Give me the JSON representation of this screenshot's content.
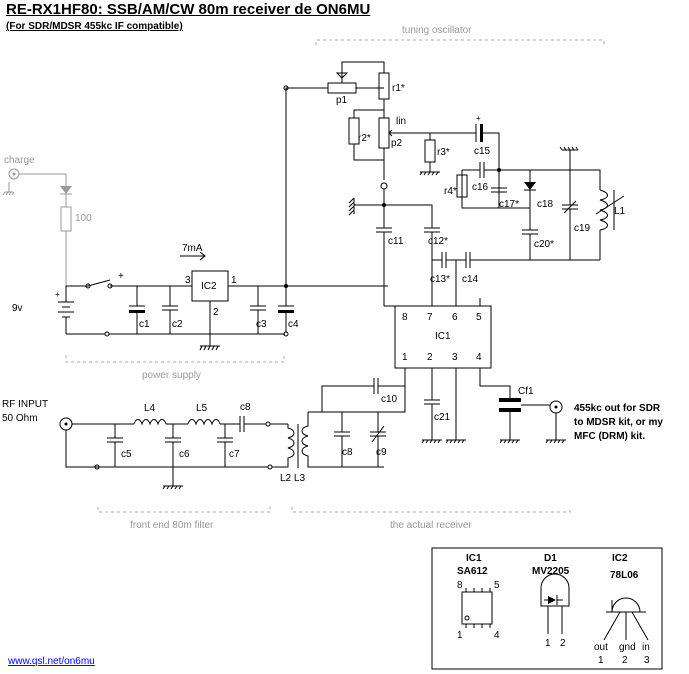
{
  "title": "RE-RX1HF80: SSB/AM/CW 80m receiver de ON6MU",
  "subtitle": "(For SDR/MDSR 455kc IF compatible)",
  "sections": {
    "tuning": "tuning   oscillator",
    "power": "power supply",
    "frontend": "front end 80m filter",
    "receiver": "the actual receiver"
  },
  "labels": {
    "charge": "charge",
    "r100": "100",
    "battery": "9v",
    "plus1": "+",
    "current": "7mA",
    "rf_input": "RF INPUT",
    "ohm": "50 Ohm",
    "lin": "lin",
    "l2l3": "L2 L3",
    "out_note": [
      "455kc out for SDR",
      "to MDSR kit, or my",
      "MFC (DRM) kit."
    ]
  },
  "components": {
    "p1": "p1",
    "r1": "r1*",
    "r2": "r2*",
    "p2": "p2",
    "r3": "r3*",
    "r4": "r4*",
    "c1": "c1",
    "c2": "c2",
    "c3": "c3",
    "c4": "c4",
    "c5": "c5",
    "c6": "c6",
    "c7": "c7",
    "c8a": "c8",
    "c8b": "c8",
    "c9": "c9",
    "c10": "c10",
    "c11": "c11",
    "c12": "c12*",
    "c13": "c13*",
    "c14": "c14",
    "c15": "c15",
    "c16": "c16",
    "c17": "c17*",
    "c18": "c18",
    "c19": "c19",
    "c20": "c20*",
    "c21": "c21",
    "cf1": "Cf1",
    "l1": "L1",
    "l4": "L4",
    "l5": "L5",
    "ic1": "IC1",
    "ic2": "IC2"
  },
  "ic1_pins": {
    "top": [
      "8",
      "7",
      "6",
      "5"
    ],
    "bottom": [
      "1",
      "2",
      "3",
      "4"
    ]
  },
  "ic2_pins": {
    "left": "3",
    "right": "1",
    "bottom": "2"
  },
  "legend": {
    "ic1": {
      "name": "IC1",
      "part": "SA612",
      "pin8": "8",
      "pin5": "5",
      "pin1": "1",
      "pin4": "4"
    },
    "d1": {
      "name": "D1",
      "part": "MV2205",
      "pin1": "1",
      "pin2": "2"
    },
    "ic2": {
      "name": "IC2",
      "part": "78L06",
      "pins": [
        "out",
        "gnd",
        "in"
      ],
      "nums": [
        "1",
        "2",
        "3"
      ]
    }
  },
  "footer_link": "www.qsl.net/on6mu"
}
